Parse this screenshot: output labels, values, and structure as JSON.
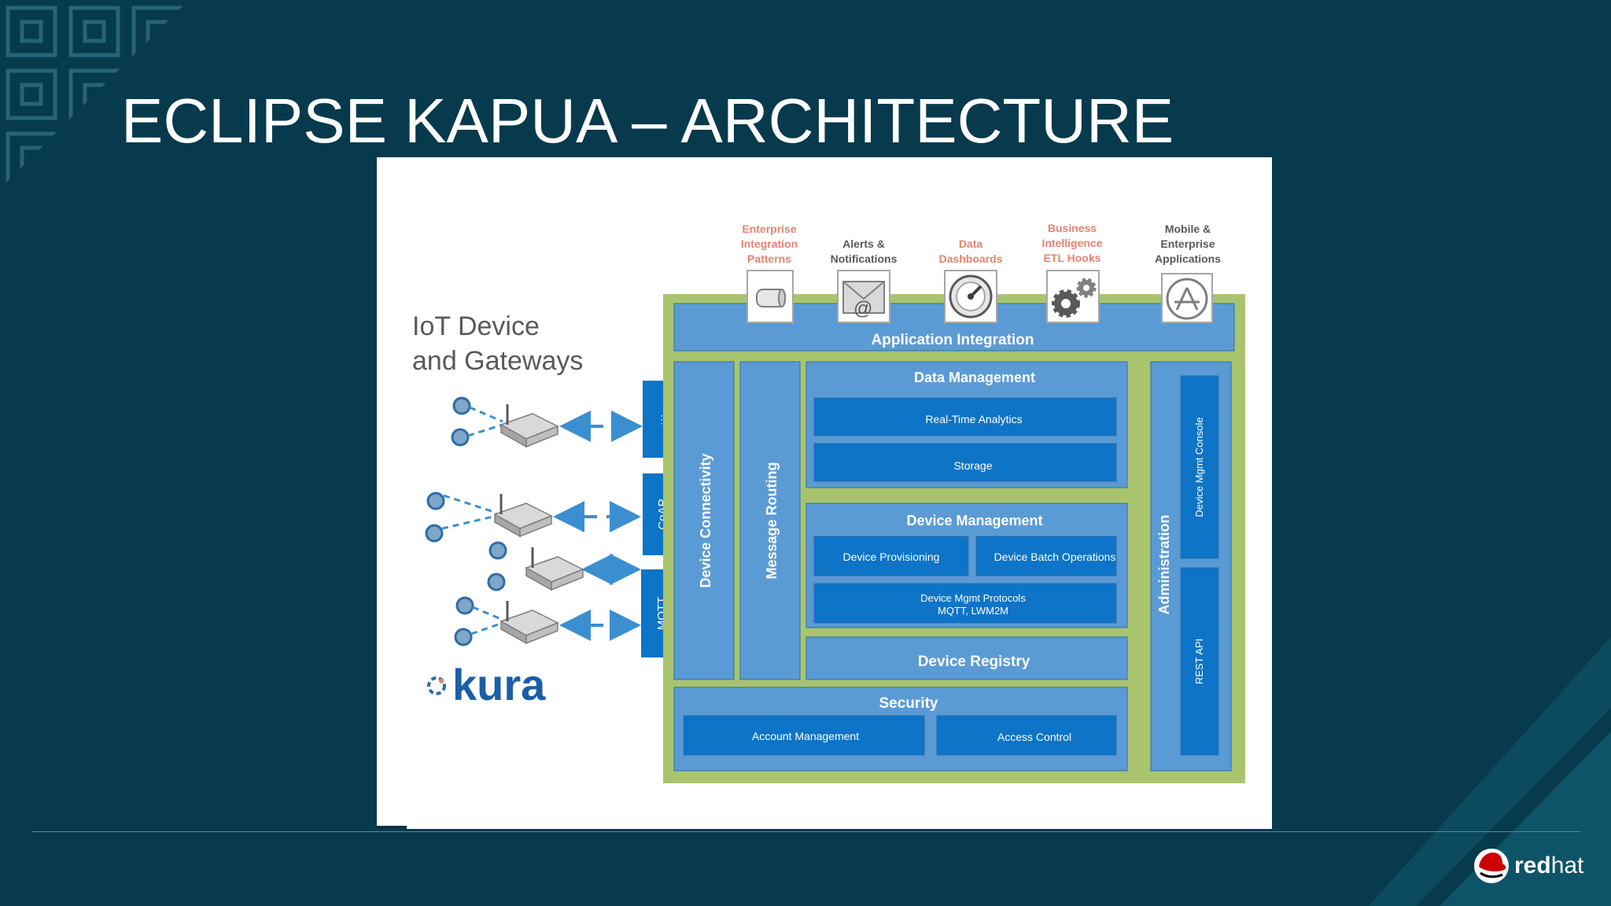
{
  "slide": {
    "title": "ECLIPSE KAPUA – ARCHITECTURE",
    "brand": {
      "bold": "red",
      "regular": "hat"
    }
  },
  "colors": {
    "background": "#073a4c",
    "panel": "#ffffff",
    "outer_frame": "#a9c46f",
    "light_block": "#5b9bd5",
    "dark_block": "#0d74c7",
    "accent_label": "#e8836f",
    "gray_label": "#595959"
  },
  "diagram": {
    "left_label": [
      "IoT Device",
      "and Gateways"
    ],
    "protocols": [
      "⋮",
      "CoAP",
      "MQTT"
    ],
    "logo": "kura",
    "top_services": [
      {
        "lines": [
          "Enterprise",
          "Integration",
          "Patterns"
        ],
        "style": "accent",
        "icon": "database-icon"
      },
      {
        "lines": [
          "Alerts &",
          "Notifications"
        ],
        "style": "gray",
        "icon": "mail-icon"
      },
      {
        "lines": [
          "Data",
          "Dashboards"
        ],
        "style": "accent",
        "icon": "gauge-icon"
      },
      {
        "lines": [
          "Business",
          "Intelligence",
          "ETL Hooks"
        ],
        "style": "accent",
        "icon": "gears-icon"
      },
      {
        "lines": [
          "Mobile &",
          "Enterprise",
          "Applications"
        ],
        "style": "gray",
        "icon": "app-store-icon"
      }
    ],
    "application_integration": "Application Integration",
    "device_connectivity": "Device Connectivity",
    "message_routing": "Message Routing",
    "data_management": {
      "title": "Data Management",
      "items": [
        "Real-Time Analytics",
        "Storage"
      ]
    },
    "device_management": {
      "title": "Device Management",
      "items": [
        "Device Provisioning",
        "Device Batch Operations"
      ],
      "protocols_lines": [
        "Device Mgmt Protocols",
        "MQTT, LWM2M"
      ]
    },
    "device_registry": "Device Registry",
    "security": {
      "title": "Security",
      "items": [
        "Account Management",
        "Access Control"
      ]
    },
    "administration": {
      "title": "Administration",
      "items": [
        "Device Mgmt Console",
        "REST API"
      ]
    }
  }
}
